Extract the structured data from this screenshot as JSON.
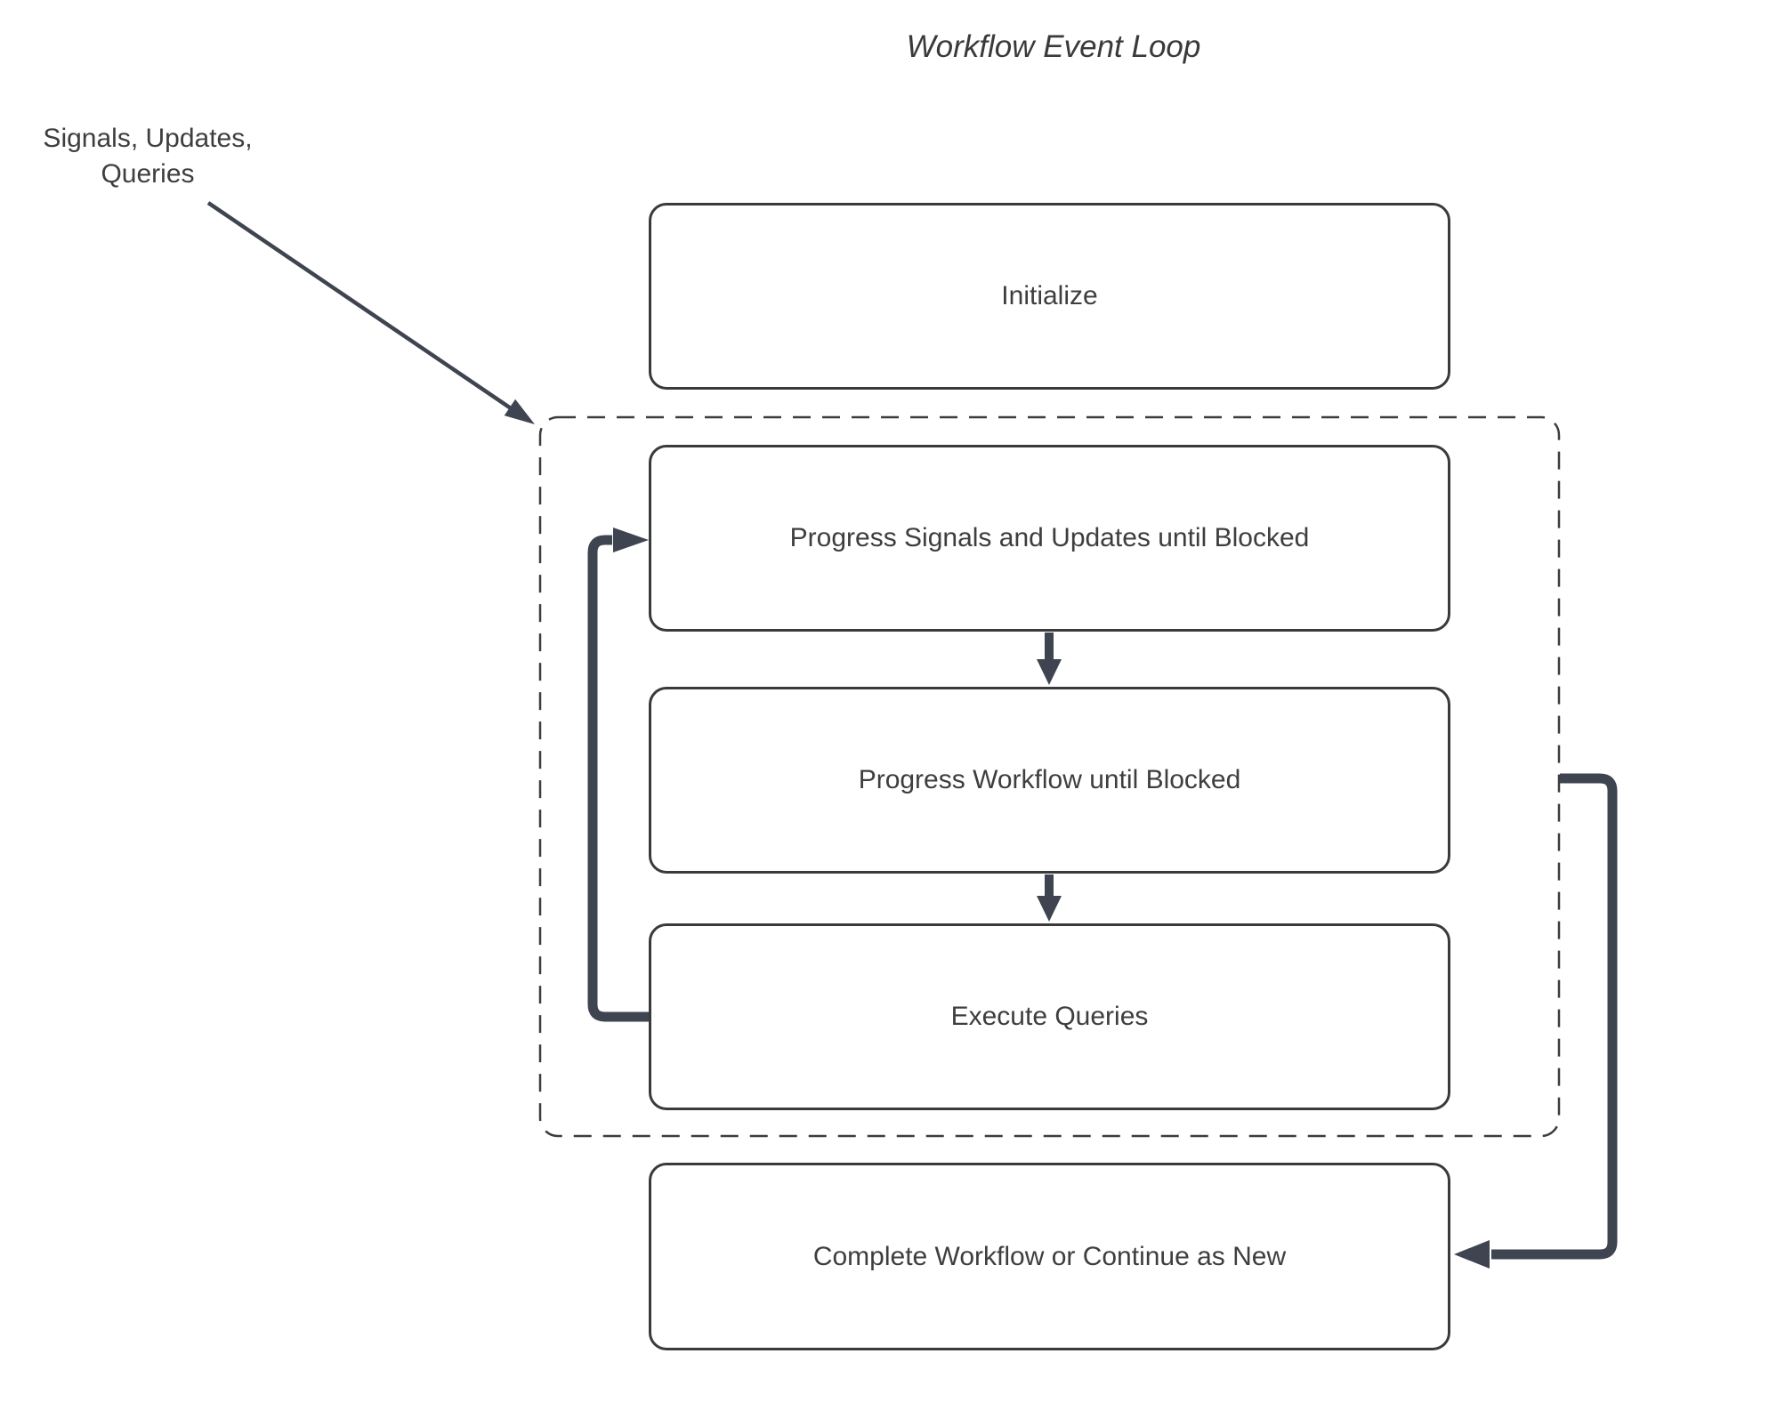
{
  "title": "Workflow Event Loop",
  "annotation": {
    "text": "Signals, Updates,\nQueries"
  },
  "nodes": {
    "initialize": {
      "label": "Initialize"
    },
    "progress_signals": {
      "label": "Progress Signals and Updates until Blocked"
    },
    "progress_workflow": {
      "label": "Progress Workflow until Blocked"
    },
    "execute_queries": {
      "label": "Execute Queries"
    },
    "complete": {
      "label": "Complete Workflow or Continue as New"
    }
  },
  "colors": {
    "arrow": "#3e4450",
    "node_border": "#3a3a3a",
    "dashed_border": "#3c3c3c",
    "text": "#3e3e3e",
    "background": "#ffffff"
  }
}
